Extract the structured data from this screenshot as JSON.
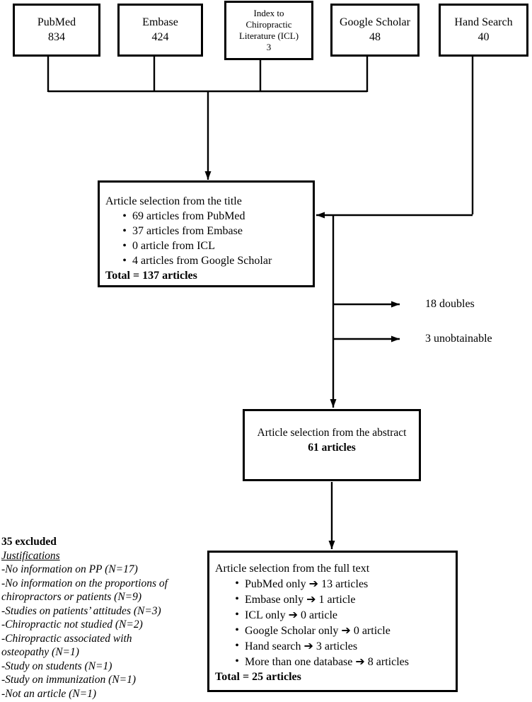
{
  "glyphs": {
    "bullet": "•",
    "arrow": "➔"
  },
  "sources": [
    {
      "name": "PubMed",
      "count": "834"
    },
    {
      "name": "Embase",
      "count": "424"
    },
    {
      "name": "Index to Chiropractic Literature (ICL)",
      "count": "3"
    },
    {
      "name": "Google Scholar",
      "count": "48"
    },
    {
      "name": "Hand Search",
      "count": "40"
    }
  ],
  "title_selection": {
    "heading": "Article selection from the title",
    "bullets": [
      "69 articles from PubMed",
      "37 articles from Embase",
      "0 article from ICL",
      "4 articles from Google Scholar"
    ],
    "total": "Total = 137 articles"
  },
  "removed": {
    "doubles": "18 doubles",
    "unobtainable": "3 unobtainable"
  },
  "abstract_selection": {
    "heading": "Article selection from the abstract",
    "total": "61 articles"
  },
  "fulltext_selection": {
    "heading": "Article selection from the full text",
    "bullets": [
      {
        "label": "PubMed only",
        "value": "13 articles"
      },
      {
        "label": "Embase only",
        "value": "1 article"
      },
      {
        "label": "ICL only",
        "value": "0 article"
      },
      {
        "label": "Google Scholar only",
        "value": "0 article"
      },
      {
        "label": "Hand search",
        "value": "3 articles"
      },
      {
        "label": "More than one database",
        "value": "8 articles"
      }
    ],
    "total": "Total = 25 articles"
  },
  "excluded": {
    "heading": "35 excluded",
    "subheading": "Justifications",
    "lines": [
      "-No information on PP (N=17)",
      "-No information on the proportions of",
      "chiropractors or patients (N=9)",
      "-Studies on patients’ attitudes (N=3)",
      "-Chiropractic not studied (N=2)",
      "-Chiropractic associated with",
      "osteopathy (N=1)",
      "-Study on students (N=1)",
      "-Study on immunization (N=1)",
      "-Not an article (N=1)"
    ]
  }
}
